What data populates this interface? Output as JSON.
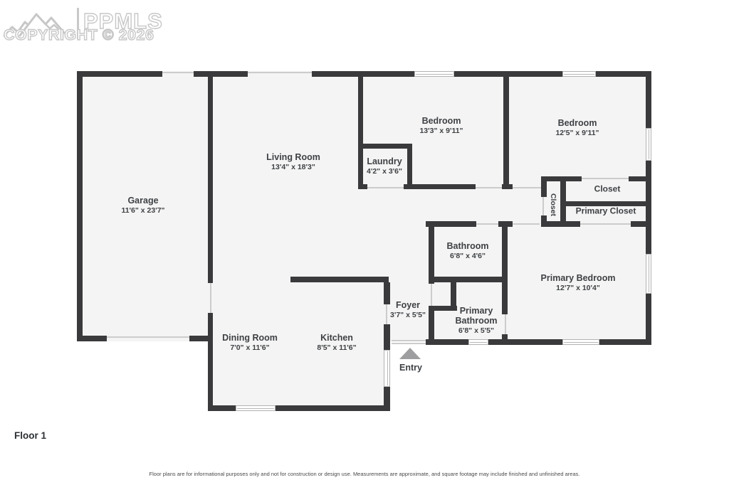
{
  "watermark": {
    "brand": "PPMLS",
    "copyright": "COPYRIGHT © 2026"
  },
  "floor_label": "Floor 1",
  "disclaimer": "Floor plans are for informational purposes only and not for construction or design use. Measurements are approximate, and square footage may include finished and unfinished areas.",
  "entry": {
    "label": "Entry"
  },
  "rooms": {
    "garage": {
      "name": "Garage",
      "dims": "11'6\" x 23'7\""
    },
    "living": {
      "name": "Living Room",
      "dims": "13'4\" x 18'3\""
    },
    "laundry": {
      "name": "Laundry",
      "dims": "4'2\" x 3'6\""
    },
    "bedroom1": {
      "name": "Bedroom",
      "dims": "13'3\" x 9'11\""
    },
    "bedroom2": {
      "name": "Bedroom",
      "dims": "12'5\" x 9'11\""
    },
    "closet_hall": {
      "name": "Closet"
    },
    "closet": {
      "name": "Closet"
    },
    "primary_closet": {
      "name": "Primary Closet"
    },
    "bathroom": {
      "name": "Bathroom",
      "dims": "6'8\" x 4'6\""
    },
    "primary_bathroom": {
      "name": "Primary Bathroom",
      "dims": "6'8\" x 5'5\""
    },
    "primary_bedroom": {
      "name": "Primary Bedroom",
      "dims": "12'7\" x 10'4\""
    },
    "dining": {
      "name": "Dining Room",
      "dims": "7'0\" x 11'6\""
    },
    "kitchen": {
      "name": "Kitchen",
      "dims": "8'5\" x 11'6\""
    },
    "foyer": {
      "name": "Foyer",
      "dims": "3'7\" x 5'5\""
    }
  },
  "colors": {
    "wall": "#3a3a3c",
    "room_fill": "#f4f4f4",
    "label_text": "#3e4144",
    "watermark": "#c7c7c7",
    "entry_arrow": "#9e9ea0"
  }
}
